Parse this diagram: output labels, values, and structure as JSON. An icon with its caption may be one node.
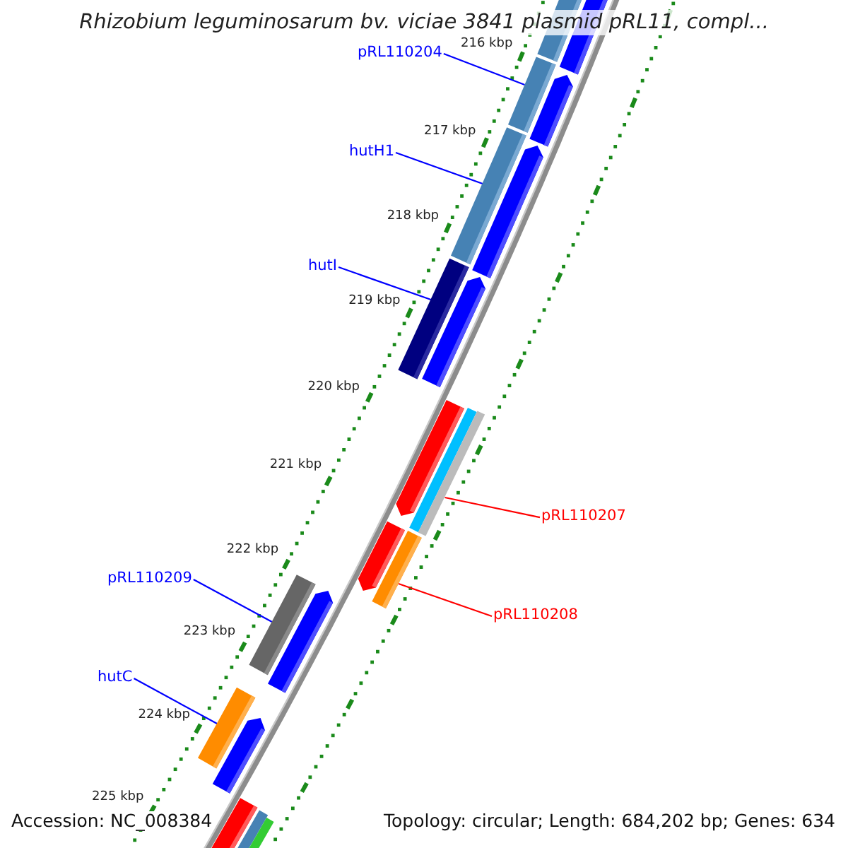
{
  "diagram": {
    "title": "Rhizobium leguminosarum bv. viciae 3841 plasmid pRL11, compl...",
    "nodes": [
      {
        "text": [
          "pRL110204"
        ]
      },
      {
        "text": [
          "hutH1"
        ]
      },
      {
        "text": [
          "hutI"
        ]
      },
      {
        "text": [
          "pRL110207"
        ]
      },
      {
        "text": [
          "pRL110209"
        ]
      },
      {
        "text": [
          "pRL110208"
        ]
      },
      {
        "text": [
          "hutC"
        ]
      },
      {
        "text": [],
        "shape": "bar"
      },
      {
        "text": [],
        "shape": "bar"
      },
      {
        "text": [],
        "shape": "bar"
      },
      {
        "text": [],
        "shape": "bar"
      },
      {
        "text": [],
        "shape": "bar"
      },
      {
        "text": [],
        "shape": "bar"
      },
      {
        "text": [],
        "shape": "bar"
      }
    ],
    "edges": [
      {
        "from": 0,
        "to": 7,
        "arrow": "none"
      },
      {
        "from": 1,
        "to": 8,
        "arrow": "none"
      },
      {
        "from": 2,
        "to": 9,
        "arrow": "none"
      },
      {
        "from": 3,
        "to": 10,
        "arrow": "none",
        "color": "#ff0000"
      },
      {
        "from": 4,
        "to": 12,
        "arrow": "none"
      },
      {
        "from": 5,
        "to": 11,
        "arrow": "none",
        "color": "#ff0000"
      },
      {
        "from": 6,
        "to": 13,
        "arrow": "none"
      }
    ],
    "labels": [
      "216 kbp",
      "217 kbp",
      "218 kbp",
      "219 kbp",
      "220 kbp",
      "221 kbp",
      "222 kbp",
      "223 kbp",
      "224 kbp",
      "225 kbp",
      "Accession: NC_008384",
      "Topology: circular; Length: 684,202 bp; Genes: 634"
    ]
  }
}
